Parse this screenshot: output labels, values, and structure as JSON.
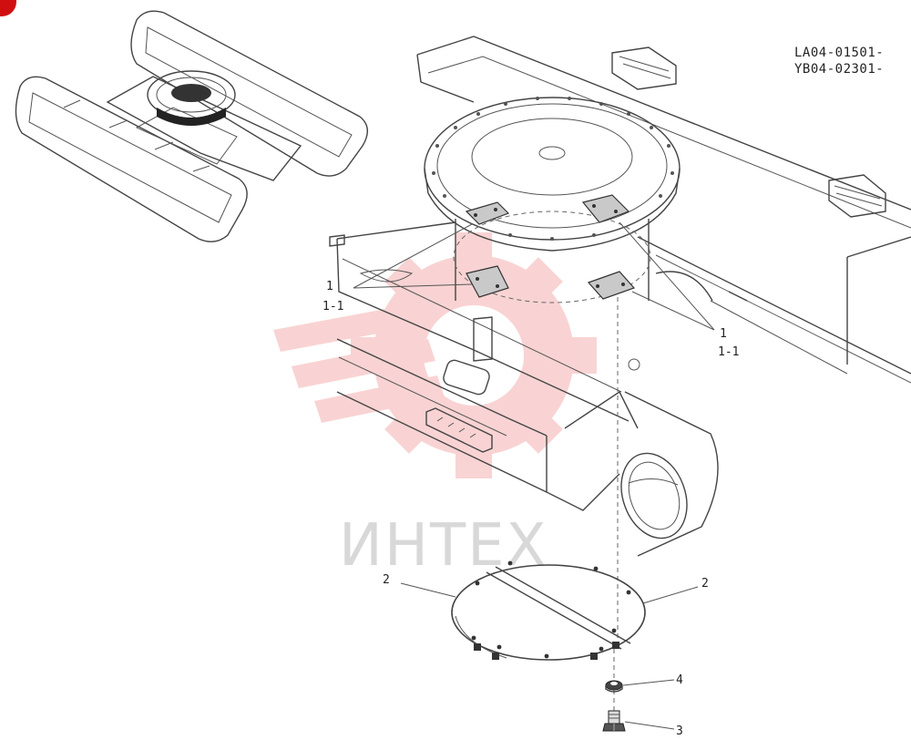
{
  "codes": {
    "line1": "LA04-01501-",
    "line2": "YB04-02301-"
  },
  "callouts": {
    "left_upper": "1",
    "left_lower": "1-1",
    "right_upper": "1",
    "right_lower": "1-1",
    "cover_left": "2",
    "cover_right": "2",
    "washer": "4",
    "bolt": "3"
  },
  "watermark": {
    "text": "ИНТЕХ",
    "color": "#f2a0a0"
  },
  "colors": {
    "badge": "#d01010"
  }
}
